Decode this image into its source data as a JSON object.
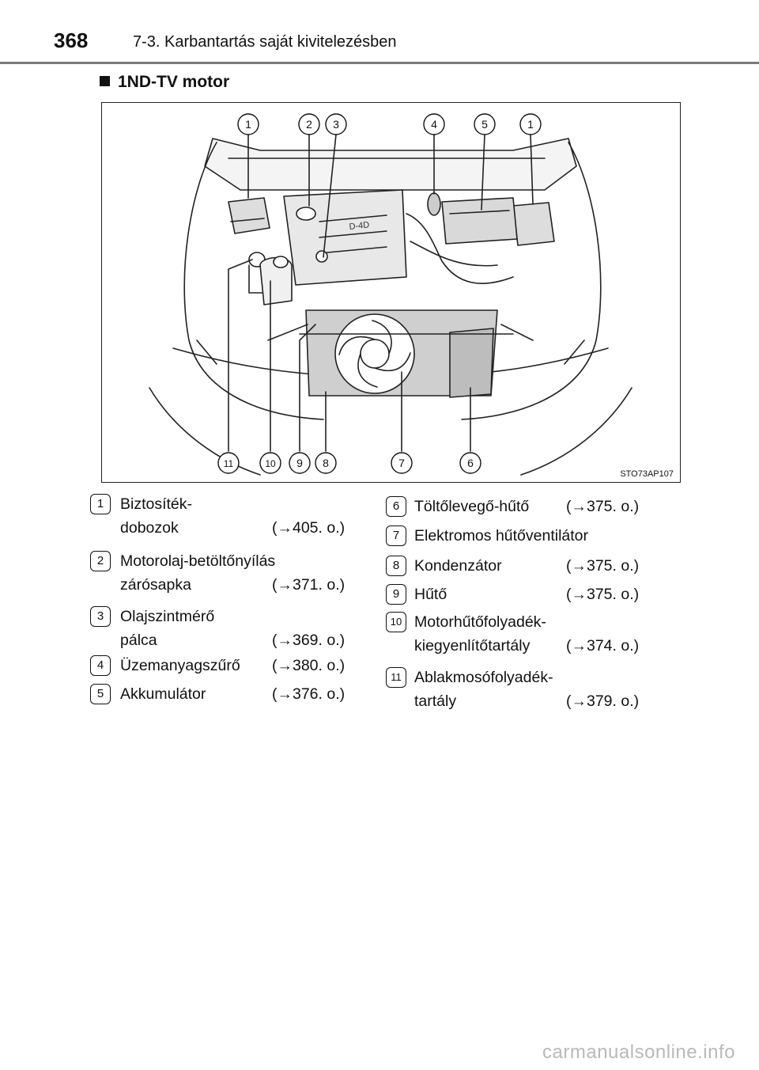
{
  "header": {
    "page_number": "368",
    "section": "7-3. Karbantartás saját kivitelezésben"
  },
  "sub_heading": "1ND-TV motor",
  "figure": {
    "code": "STO73AP107",
    "top_callouts": [
      "1",
      "2",
      "3",
      "4",
      "5",
      "1"
    ],
    "bottom_callouts": [
      "11",
      "10",
      "9",
      "8",
      "7",
      "6"
    ],
    "engine_badge": "D-4D"
  },
  "legend": {
    "left": [
      {
        "num": "1",
        "line1": "Biztosíték-",
        "line2": "dobozok",
        "ref": "(→405. o.)"
      },
      {
        "num": "2",
        "line1": "Motorolaj-betöltőnyílás",
        "line2": "zárósapka",
        "ref": "(→371. o.)"
      },
      {
        "num": "3",
        "line1": "Olajszintmérő",
        "line2": "pálca",
        "ref": "(→369. o.)"
      },
      {
        "num": "4",
        "line1": "Üzemanyagszűrő",
        "line2": "",
        "ref": "(→380. o.)"
      },
      {
        "num": "5",
        "line1": "Akkumulátor",
        "line2": "",
        "ref": "(→376. o.)"
      }
    ],
    "right": [
      {
        "num": "6",
        "line1": "Töltőlevegő-hűtő",
        "line2": "",
        "ref": "(→375. o.)"
      },
      {
        "num": "7",
        "line1": "Elektromos hűtőventilátor",
        "line2": "",
        "ref": ""
      },
      {
        "num": "8",
        "line1": "Kondenzátor",
        "line2": "",
        "ref": "(→375. o.)"
      },
      {
        "num": "9",
        "line1": "Hűtő",
        "line2": "",
        "ref": "(→375. o.)"
      },
      {
        "num": "10",
        "line1": "Motorhűtőfolyadék-",
        "line2": "kiegyenlítőtartály",
        "ref": "(→374. o.)"
      },
      {
        "num": "11",
        "line1": "Ablakmosófolyadék-",
        "line2": "tartály",
        "ref": "(→379. o.)"
      }
    ]
  },
  "watermark": "carmanualsonline.info"
}
